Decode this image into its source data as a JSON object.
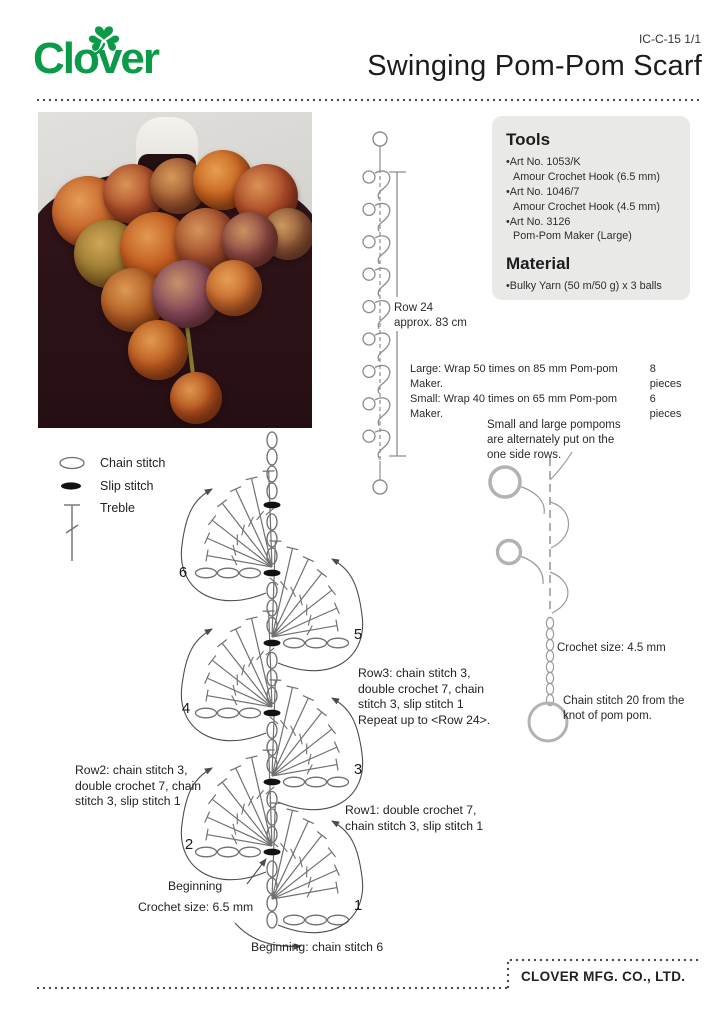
{
  "header": {
    "logo_text": "Clover",
    "doc_code": "IC-C-15  1/1",
    "title": "Swinging Pom-Pom Scarf"
  },
  "tools_panel": {
    "tools_title": "Tools",
    "tools": [
      {
        "art": "Art No. 1053/K",
        "name": "Amour Crochet Hook  (6.5 mm)"
      },
      {
        "art": "Art No. 1046/7",
        "name": "Amour Crochet Hook (4.5 mm)"
      },
      {
        "art": "Art No. 3126",
        "name": "Pom-Pom Maker (Large)"
      }
    ],
    "material_title": "Material",
    "material": "Bulky Yarn (50 m/50 g) x 3 balls"
  },
  "chain_diagram": {
    "row_label": "Row 24\napprox. 83 cm"
  },
  "wrap_notes": [
    {
      "text": "Large: Wrap 50 times on 85 mm Pom-pom Maker.",
      "pieces": "8 pieces"
    },
    {
      "text": "Small: Wrap 40 times on 65 mm Pom-pom Maker.",
      "pieces": "6 pieces"
    }
  ],
  "legend": {
    "chain": "Chain stitch",
    "slip": "Slip stitch",
    "treble": "Treble"
  },
  "pompom_diagram": {
    "caption": "Small and large pompoms\nare alternately put on the\none side rows.",
    "crochet_size": "Crochet size:  4.5 mm",
    "chain_note": "Chain stitch 20 from the\nknot of pom pom."
  },
  "main_diagram": {
    "row_numbers": [
      "1",
      "2",
      "3",
      "4",
      "5",
      "6"
    ],
    "row3_note": "Row3: chain stitch 3,\ndouble crochet 7, chain\nstitch 3, slip stitch 1\nRepeat up to <Row 24>.",
    "row2_note": "Row2: chain stitch 3,\ndouble crochet 7, chain\nstitch 3, slip stitch 1",
    "row1_note": "Row1: double crochet 7,\nchain stitch 3, slip stitch 1",
    "beginning_label": "Beginning",
    "crochet_size": "Crochet size:  6.5 mm",
    "beginning_chain": "Beginning: chain stitch 6"
  },
  "footer": {
    "company": "CLOVER MFG. CO., LTD."
  },
  "colors": {
    "brand_green": "#0b9a47",
    "diagram_stroke": "#707070"
  }
}
